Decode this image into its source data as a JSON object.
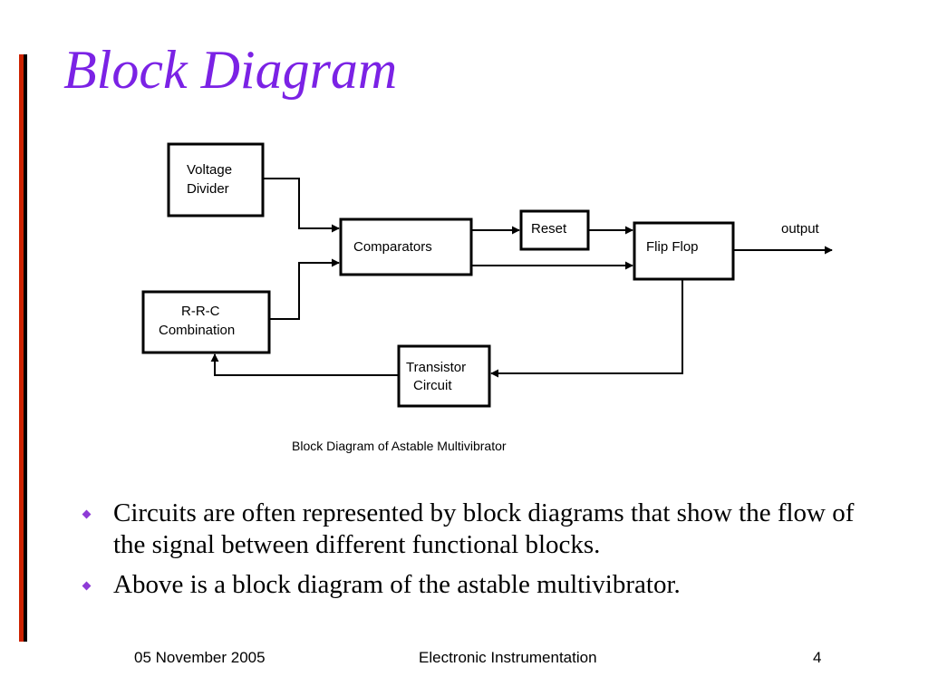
{
  "slide": {
    "title": "Block Diagram",
    "accent_color": "#7b22e5",
    "side_bar_colors": [
      "#cc2200",
      "#000000"
    ]
  },
  "diagram": {
    "blocks": {
      "voltage_divider": [
        "Voltage",
        "Divider"
      ],
      "rrc_combination": [
        "R-R-C",
        "Combination"
      ],
      "comparators": "Comparators",
      "reset": "Reset",
      "flip_flop": "Flip Flop",
      "transistor_circuit": [
        "Transistor",
        "Circuit"
      ]
    },
    "output_label": "output",
    "caption": "Block Diagram of Astable Multivibrator"
  },
  "bullets": [
    "Circuits are often represented by block diagrams that show the flow of the signal between different functional blocks.",
    "Above is a block diagram of the astable multivibrator."
  ],
  "footer": {
    "date": "05 November 2005",
    "course": "Electronic Instrumentation",
    "page": "4"
  }
}
